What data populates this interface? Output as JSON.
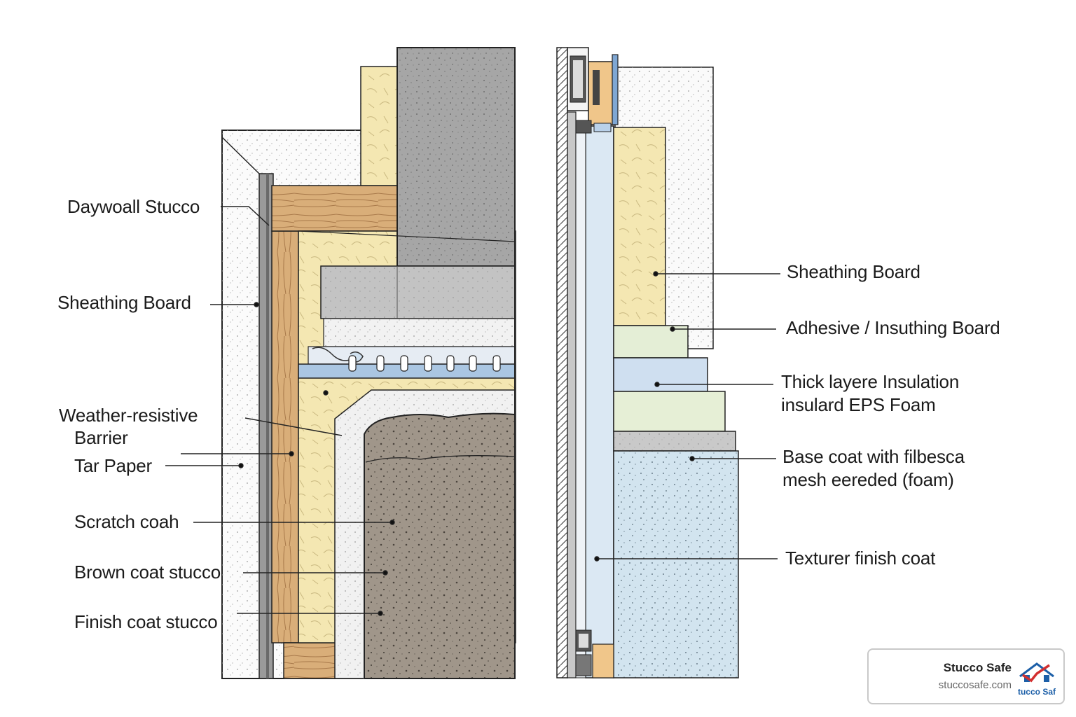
{
  "left_labels": [
    {
      "id": "dw",
      "text": "Daywoall Stucco"
    },
    {
      "id": "sb",
      "text": "Sheathing Board"
    },
    {
      "id": "wrb1",
      "text": "Weather-resistive"
    },
    {
      "id": "wrb2",
      "text": "Barrier"
    },
    {
      "id": "tp",
      "text": "Tar Paper"
    },
    {
      "id": "sc",
      "text": "Scratch coah"
    },
    {
      "id": "bc",
      "text": "Brown coat stucco"
    },
    {
      "id": "fc",
      "text": "Finish coat stucco"
    }
  ],
  "right_labels": [
    {
      "id": "rsb",
      "text": "Sheathing Board"
    },
    {
      "id": "adh",
      "text": "Adhesive / Insuthing Board"
    },
    {
      "id": "thk1",
      "text": "Thick layere Insulation"
    },
    {
      "id": "thk2",
      "text": "insulard EPS Foam"
    },
    {
      "id": "base1",
      "text": "Base coat with filbesca"
    },
    {
      "id": "base2",
      "text": "mesh eereded (foam)"
    },
    {
      "id": "tex",
      "text": "Texturer finish coat"
    }
  ],
  "badge": {
    "name": "Stucco Safe",
    "url": "stuccosafe.com",
    "logo_text": "tucco Saf",
    "logo_icon": "house-check-icon"
  },
  "colors": {
    "concrete": "#a9a9a9",
    "insulation": "#f3e6b0",
    "wood": "#d8ad78",
    "stucco_brown": "#9e9486",
    "eps_blue": "#dbe8f3",
    "eps_green": "#e6efd6",
    "finish_blue": "#cfe2ee",
    "brand_red": "#d32f2f",
    "brand_blue": "#1c5fa8"
  }
}
